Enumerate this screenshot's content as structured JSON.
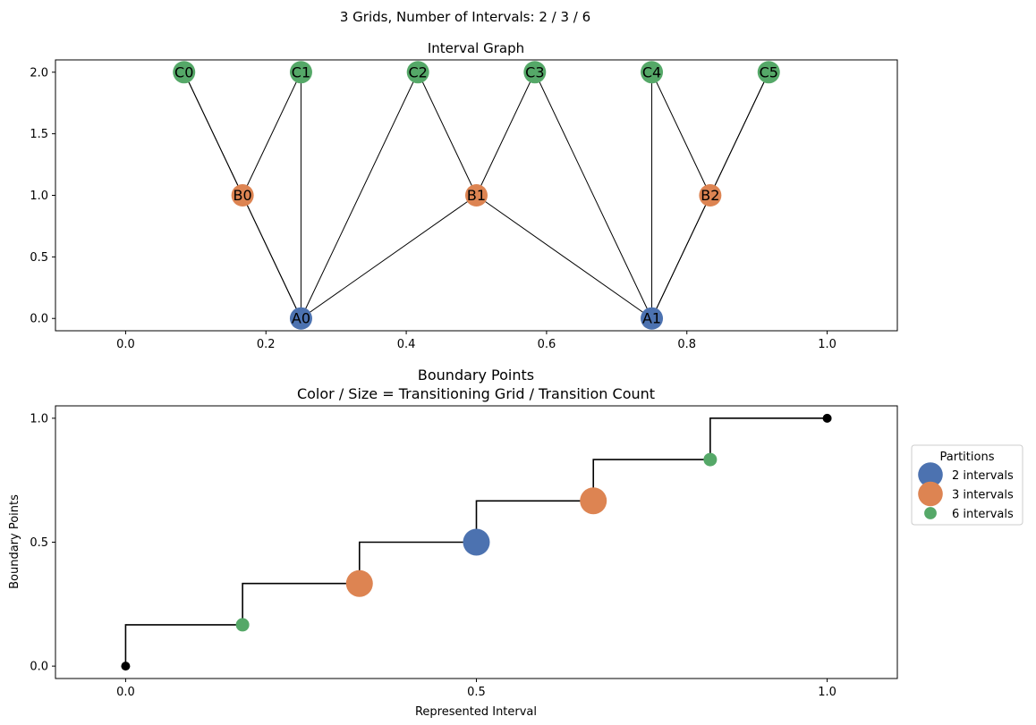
{
  "figure": {
    "suptitle": "3 Grids, Number of Intervals: 2 / 3 / 6"
  },
  "chart_data": [
    {
      "type": "network",
      "title": "Interval Graph",
      "xlim": [
        -0.1,
        1.1
      ],
      "ylim": [
        -0.1,
        2.1
      ],
      "x_ticks": [
        0.0,
        0.2,
        0.4,
        0.6,
        0.8,
        1.0
      ],
      "x_tick_labels": [
        "0.0",
        "0.2",
        "0.4",
        "0.6",
        "0.8",
        "1.0"
      ],
      "y_ticks": [
        0.0,
        0.5,
        1.0,
        1.5,
        2.0
      ],
      "y_tick_labels": [
        "0.0",
        "0.5",
        "1.0",
        "1.5",
        "2.0"
      ],
      "colors": {
        "A": "#4c72b0",
        "B": "#dd8452",
        "C": "#55a868"
      },
      "nodes": [
        {
          "id": "A0",
          "x": 0.25,
          "y": 0,
          "group": "A"
        },
        {
          "id": "A1",
          "x": 0.75,
          "y": 0,
          "group": "A"
        },
        {
          "id": "B0",
          "x": 0.1667,
          "y": 1,
          "group": "B"
        },
        {
          "id": "B1",
          "x": 0.5,
          "y": 1,
          "group": "B"
        },
        {
          "id": "B2",
          "x": 0.8333,
          "y": 1,
          "group": "B"
        },
        {
          "id": "C0",
          "x": 0.0833,
          "y": 2,
          "group": "C"
        },
        {
          "id": "C1",
          "x": 0.25,
          "y": 2,
          "group": "C"
        },
        {
          "id": "C2",
          "x": 0.4167,
          "y": 2,
          "group": "C"
        },
        {
          "id": "C3",
          "x": 0.5833,
          "y": 2,
          "group": "C"
        },
        {
          "id": "C4",
          "x": 0.75,
          "y": 2,
          "group": "C"
        },
        {
          "id": "C5",
          "x": 0.9167,
          "y": 2,
          "group": "C"
        }
      ],
      "edges": [
        [
          "A0",
          "B0"
        ],
        [
          "A0",
          "B1"
        ],
        [
          "A0",
          "C0"
        ],
        [
          "A0",
          "C1"
        ],
        [
          "A0",
          "C2"
        ],
        [
          "A1",
          "B1"
        ],
        [
          "A1",
          "B2"
        ],
        [
          "A1",
          "C3"
        ],
        [
          "A1",
          "C4"
        ],
        [
          "A1",
          "C5"
        ],
        [
          "B0",
          "C0"
        ],
        [
          "B0",
          "C1"
        ],
        [
          "B1",
          "C2"
        ],
        [
          "B1",
          "C3"
        ],
        [
          "B2",
          "C4"
        ],
        [
          "B2",
          "C5"
        ]
      ]
    },
    {
      "type": "step-scatter",
      "title": "Boundary Points",
      "subtitle": "Color / Size = Transitioning Grid / Transition Count",
      "xlabel": "Represented Interval",
      "ylabel": "Boundary Points",
      "xlim": [
        -0.1,
        1.1
      ],
      "ylim": [
        -0.05,
        1.05
      ],
      "x_ticks": [
        0.0,
        0.5,
        1.0
      ],
      "x_tick_labels": [
        "0.0",
        "0.5",
        "1.0"
      ],
      "y_ticks": [
        0.0,
        0.5,
        1.0
      ],
      "y_tick_labels": [
        "0.0",
        "0.5",
        "1.0"
      ],
      "step_points": [
        [
          0,
          0
        ],
        [
          0,
          0.1667
        ],
        [
          0.1667,
          0.1667
        ],
        [
          0.1667,
          0.3333
        ],
        [
          0.3333,
          0.3333
        ],
        [
          0.3333,
          0.5
        ],
        [
          0.5,
          0.5
        ],
        [
          0.5,
          0.6667
        ],
        [
          0.6667,
          0.6667
        ],
        [
          0.6667,
          0.8333
        ],
        [
          0.8333,
          0.8333
        ],
        [
          0.8333,
          1
        ],
        [
          1,
          1
        ]
      ],
      "points": [
        {
          "x": 0,
          "y": 0,
          "series": "endpoint"
        },
        {
          "x": 0.1667,
          "y": 0.1667,
          "series": "6 intervals"
        },
        {
          "x": 0.3333,
          "y": 0.3333,
          "series": "3 intervals"
        },
        {
          "x": 0.5,
          "y": 0.5,
          "series": "2 intervals"
        },
        {
          "x": 0.6667,
          "y": 0.6667,
          "series": "3 intervals"
        },
        {
          "x": 0.8333,
          "y": 0.8333,
          "series": "6 intervals"
        },
        {
          "x": 1,
          "y": 1,
          "series": "endpoint"
        }
      ],
      "series": [
        {
          "name": "2 intervals",
          "color": "#4c72b0",
          "size": "large"
        },
        {
          "name": "3 intervals",
          "color": "#dd8452",
          "size": "large"
        },
        {
          "name": "6 intervals",
          "color": "#55a868",
          "size": "small"
        }
      ],
      "endpoint_color": "#000000",
      "legend": {
        "title": "Partitions",
        "placement": "right"
      }
    }
  ]
}
